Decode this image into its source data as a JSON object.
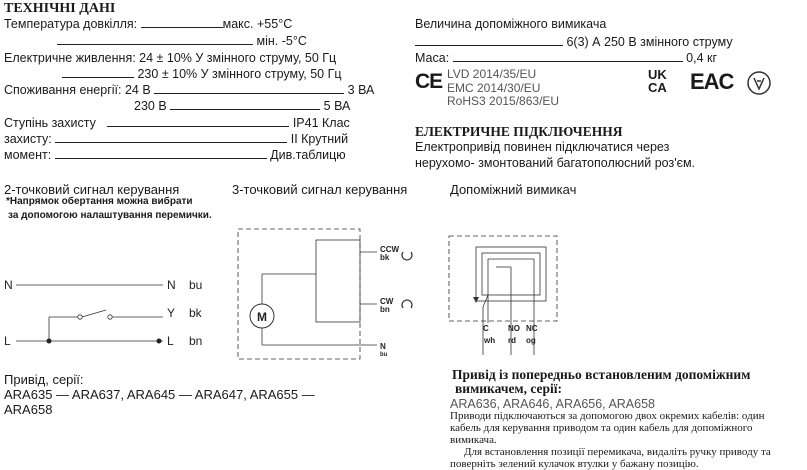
{
  "tech": {
    "title": "ТЕХНІЧНІ ДАНІ",
    "ambient_label": "Температура довкілля:",
    "ambient_max": "макс. +55°C",
    "ambient_min": "мін. -5°C",
    "supply_label": "Електричне живлення: 24 ± 10% У змінного струму, 50 Гц",
    "supply_230": "230 ± 10% У змінного струму, 50 Гц",
    "consumption_label": "Споживання енергії: 24 В",
    "consumption_24": "3 ВА",
    "consumption_230_label": "230 В",
    "consumption_230": "5 ВА",
    "protection_label": "Ступінь захисту",
    "protection_value": "IP41 Клас",
    "protection2_label": "захисту:",
    "protection2_value": "II Крутний",
    "torque_label": "момент:",
    "torque_value": "Див.таблицю"
  },
  "aux": {
    "rating_label": "Величина допоміжного вимикача",
    "rating_value": "6(3) А 250 В змінного струму",
    "mass_label": "Маса:",
    "mass_value": "0,4 кг",
    "lvd": "LVD 2014/35/EU",
    "emc": "EMC 2014/30/EU",
    "rohs": "RoHS3 2015/863/EU",
    "ce_mark": "CE",
    "ukca_top": "UK",
    "ukca_bottom": "CA",
    "eac_mark": "EAC"
  },
  "electrical": {
    "title": "ЕЛЕКТРИЧНЕ ПІДКЛЮЧЕННЯ",
    "line1": "Електропривід повинен підключатися через",
    "line2": "нерухомо- змонтований багатополюсний роз'єм."
  },
  "diagrams": {
    "two_point_title": "2-точковий сигнал керування",
    "two_point_note1": "*Напрямок обертання можна вибрати",
    "two_point_note2": "за допомогою налаштування перемички.",
    "three_point_title": "3-точковий сигнал керування",
    "aux_title": "Допоміжний вимикач",
    "terminal_n_left": "N",
    "terminal_l_left": "L",
    "terminal_n_right": "N",
    "terminal_y_right": "Y",
    "terminal_l_right": "L",
    "wire_bu": "bu",
    "wire_bk": "bk",
    "wire_bn": "bn",
    "motor": "M",
    "ccw": "CCW",
    "ccw_wire": "bk",
    "cw": "CW",
    "cw_wire": "bn",
    "n_label": "N",
    "n_wire": "bu",
    "c_label": "C",
    "c_wire": "wh",
    "no_label": "NO",
    "no_wire": "rd",
    "nc_label": "NC",
    "nc_wire": "og"
  },
  "drives_series": {
    "heading": "Привід, серії:",
    "line1": "ARA635 — ARA637, ARA645 — ARA647, ARA655 —",
    "line2": "ARA658"
  },
  "drives_aux": {
    "heading1": "Привід із попередньо встановленим допоміжним",
    "heading2": "вимикачем, серії:",
    "models": "ARA636, ARA646, ARA656, ARA658",
    "p1_1": "Приводи підключаються за допомогою двох окремих кабелів: один",
    "p1_2": "кабель для керування приводом та один кабель для допоміжного",
    "p1_3": "вимикача.",
    "p2_1": "Для встановлення позиції перемикача, видаліть ручку приводу та",
    "p2_2": "поверніть зелений кулачок втулки у бажану позицію."
  }
}
